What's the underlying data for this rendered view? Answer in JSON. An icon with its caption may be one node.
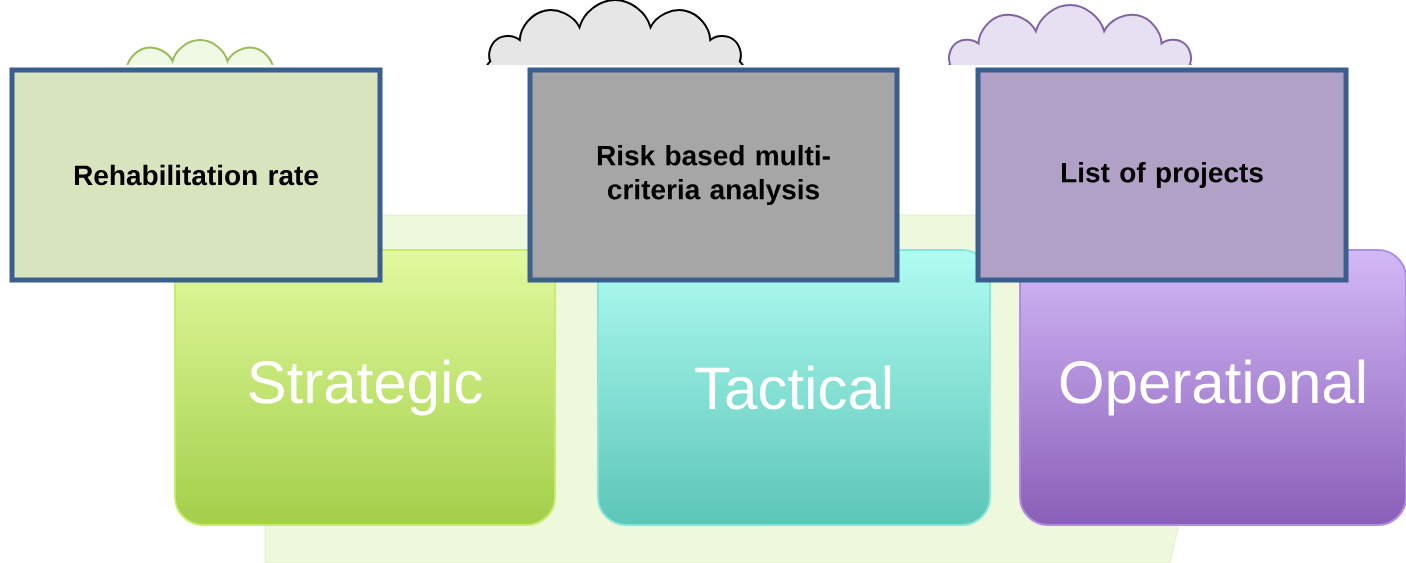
{
  "diagram": {
    "nodes": [
      {
        "text": [],
        "shape": "cloud"
      },
      {
        "text": [],
        "shape": "cloud"
      },
      {
        "text": [],
        "shape": "cloud"
      },
      {
        "text": [
          "Rehabilitation rate"
        ]
      },
      {
        "text": [
          "Risk based multi-criteria analysis"
        ]
      },
      {
        "text": [
          "List of projects"
        ]
      },
      {
        "text": [
          "Strategic"
        ]
      },
      {
        "text": [
          "Tactical"
        ]
      },
      {
        "text": [
          "Operational"
        ]
      }
    ]
  }
}
